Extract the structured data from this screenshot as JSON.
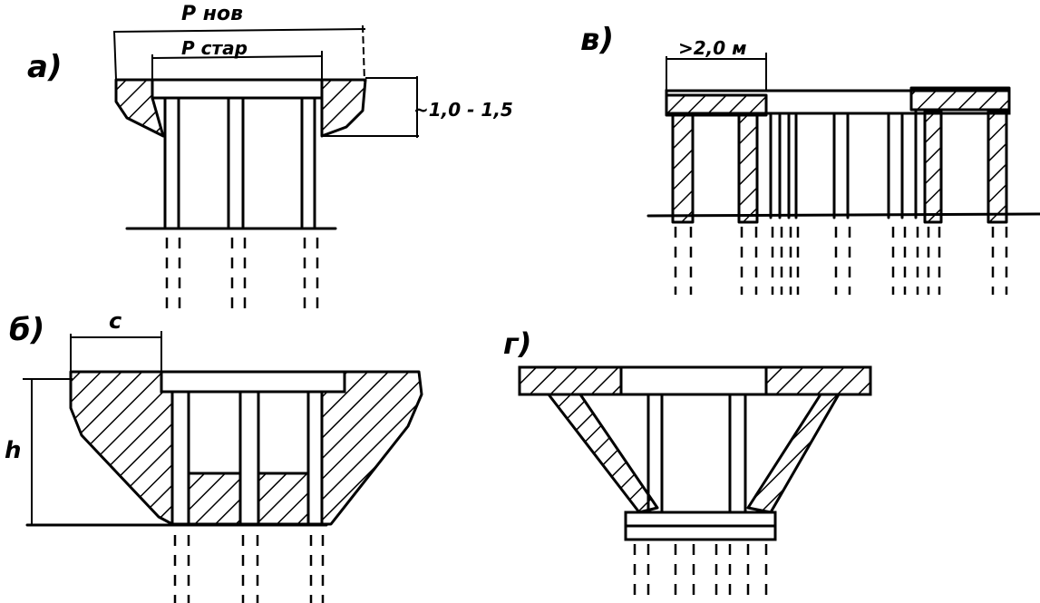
{
  "figures": {
    "a": {
      "label": "а)",
      "p_new": "P нов",
      "p_old": "P стар",
      "height_dim": "~1,0 - 1,5"
    },
    "b": {
      "label": "б)",
      "dim_c": "c",
      "dim_h": "h"
    },
    "v": {
      "label": "в)",
      "spacing": ">2,0 м"
    },
    "g": {
      "label": "г)"
    }
  }
}
